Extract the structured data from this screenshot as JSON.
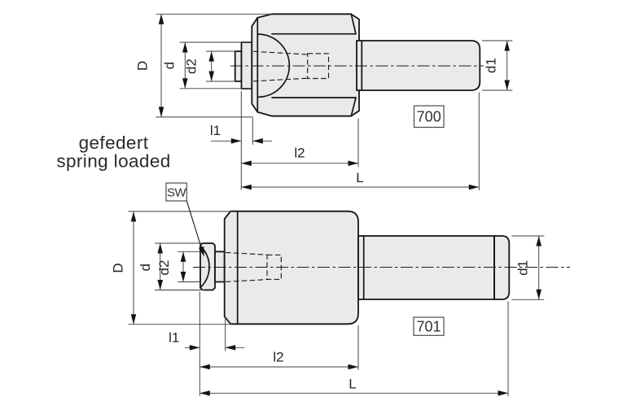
{
  "drawing": {
    "caption": {
      "line1": "gefedert",
      "line2": "spring loaded"
    },
    "colors": {
      "part_fill": "#e9eae9",
      "outline": "#141414",
      "dimension_line": "#3c3c3c",
      "background": "#ffffff"
    },
    "top_view": {
      "part_number": "700",
      "dims": {
        "D": "D",
        "d": "d",
        "d2": "d2",
        "d1": "d1",
        "l1": "l1",
        "l2": "l2",
        "L": "L"
      }
    },
    "bottom_view": {
      "part_number": "701",
      "wrench_size_label": "SW",
      "dims": {
        "D": "D",
        "d": "d",
        "d2": "d2",
        "d1": "d1",
        "l1": "l1",
        "l2": "l2",
        "L": "L"
      }
    }
  }
}
